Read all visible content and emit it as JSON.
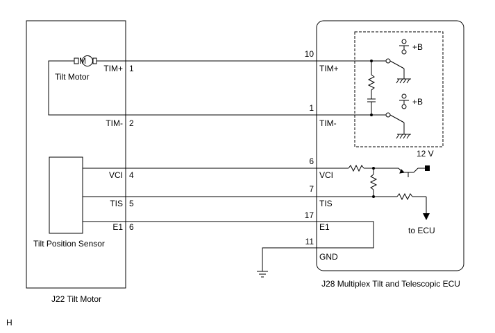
{
  "motor_box": {
    "caption": "J22 Tilt Motor"
  },
  "tilt_motor": {
    "label": "Tilt Motor",
    "symbol": "M"
  },
  "sensor": {
    "label": "Tilt Position Sensor"
  },
  "motor_pins": [
    {
      "name": "TIM+",
      "num": "1"
    },
    {
      "name": "TIM-",
      "num": "2"
    },
    {
      "name": "VCI",
      "num": "4"
    },
    {
      "name": "TIS",
      "num": "5"
    },
    {
      "name": "E1",
      "num": "6"
    }
  ],
  "ecu_box": {
    "caption": "J28  Multiplex Tilt and Telescopic ECU"
  },
  "ecu_pins": [
    {
      "name": "TIM+",
      "num": "10"
    },
    {
      "name": "TIM-",
      "num": "1"
    },
    {
      "name": "VCI",
      "num": "6"
    },
    {
      "name": "TIS",
      "num": "7"
    },
    {
      "name": "E1",
      "num": "17"
    },
    {
      "name": "GND",
      "num": "11"
    }
  ],
  "relay_supply": {
    "upper": "+B",
    "lower": "+B"
  },
  "supply_voltage": "12 V",
  "to_ecu": "to ECU",
  "footer": "H"
}
